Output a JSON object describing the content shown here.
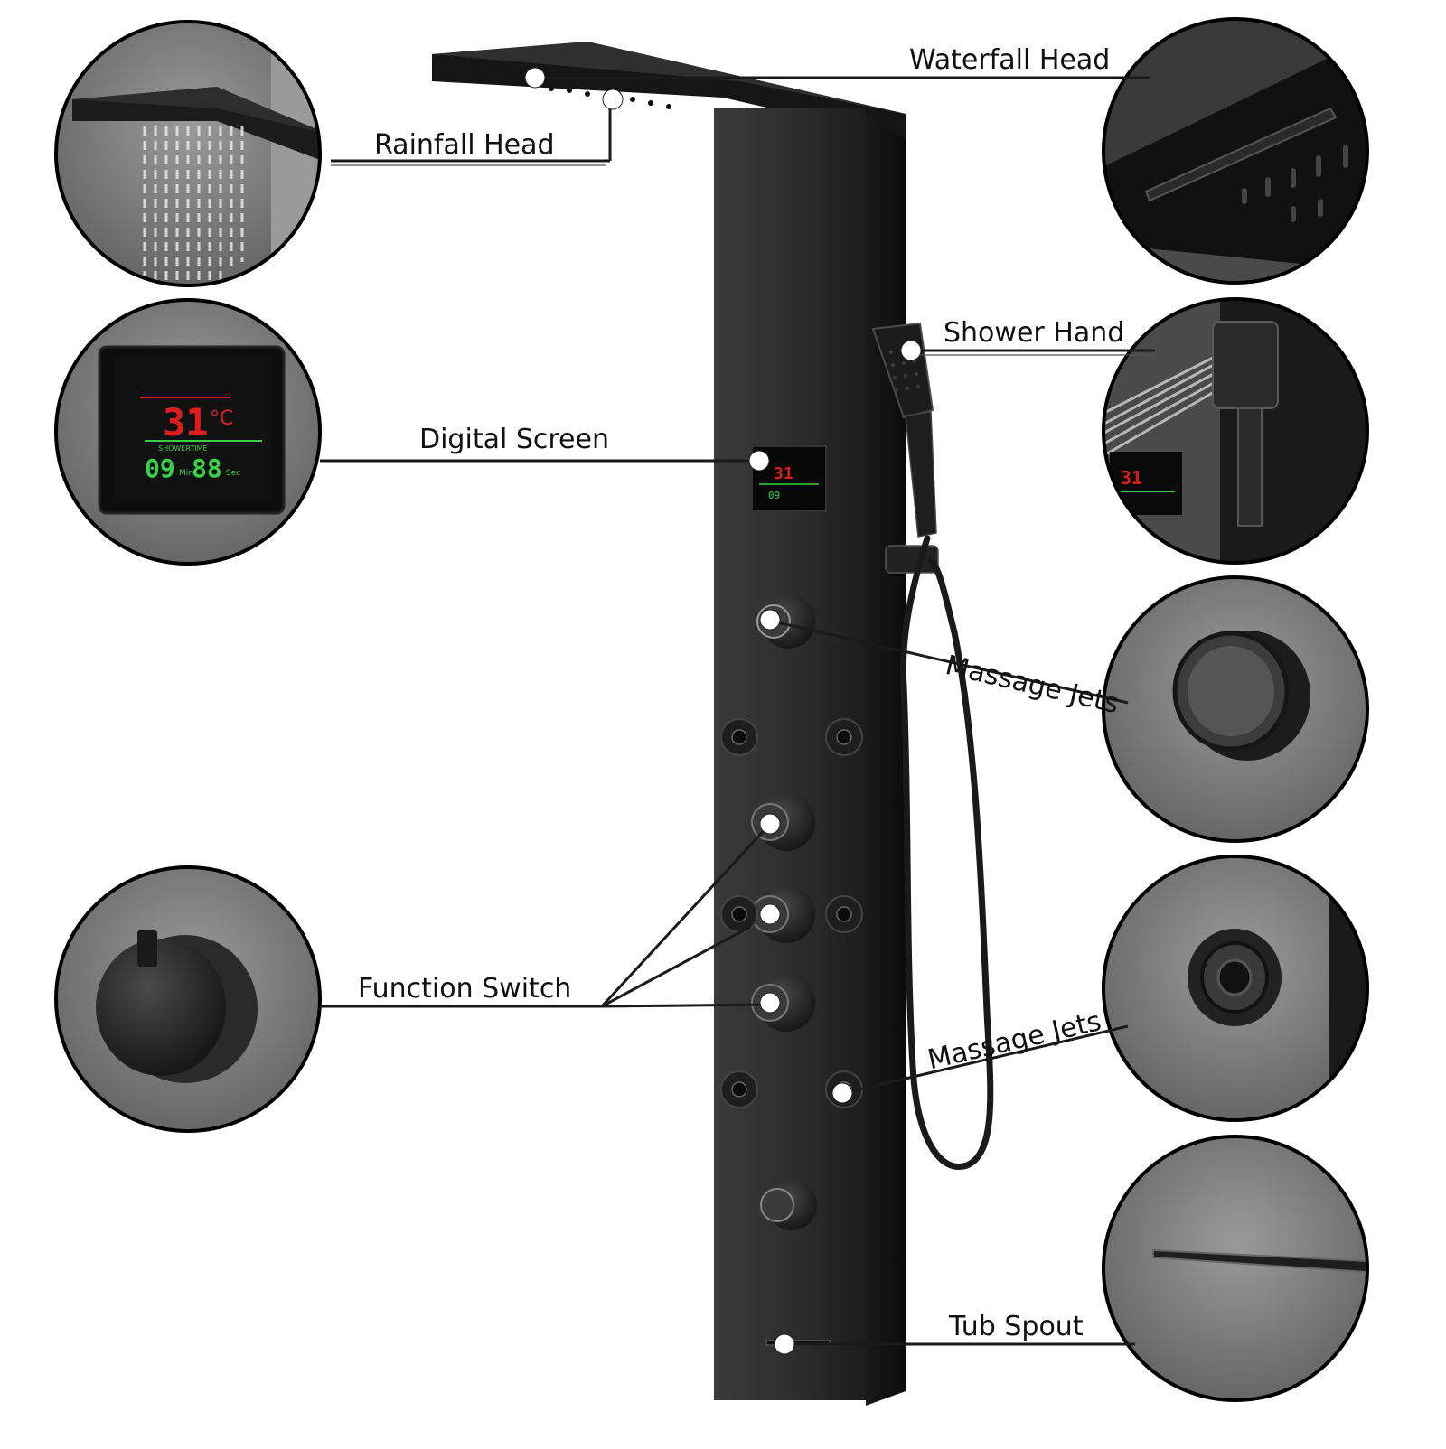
{
  "labels": {
    "waterfall_head": "Waterfall Head",
    "rainfall_head": "Rainfall Head",
    "shower_hand": "Shower Hand",
    "digital_screen": "Digital Screen",
    "massage_jets_upper": "Massage Jets",
    "function_switch": "Function Switch",
    "massage_jets_lower": "Massage Jets",
    "tub_spout": "Tub Spout"
  },
  "display": {
    "temperature": "31",
    "unit": "°C",
    "timer_min": "09",
    "timer_sec": "88",
    "min_label": "Min",
    "sec_label": "Sec",
    "shower_time_label": "SHOWERTIME"
  },
  "colors": {
    "panel": "#2b2b2b",
    "detail_bg": "#7a7a7a",
    "temp_red": "#e01c1c",
    "timer_green": "#38d048",
    "dot": "#ffffff"
  }
}
